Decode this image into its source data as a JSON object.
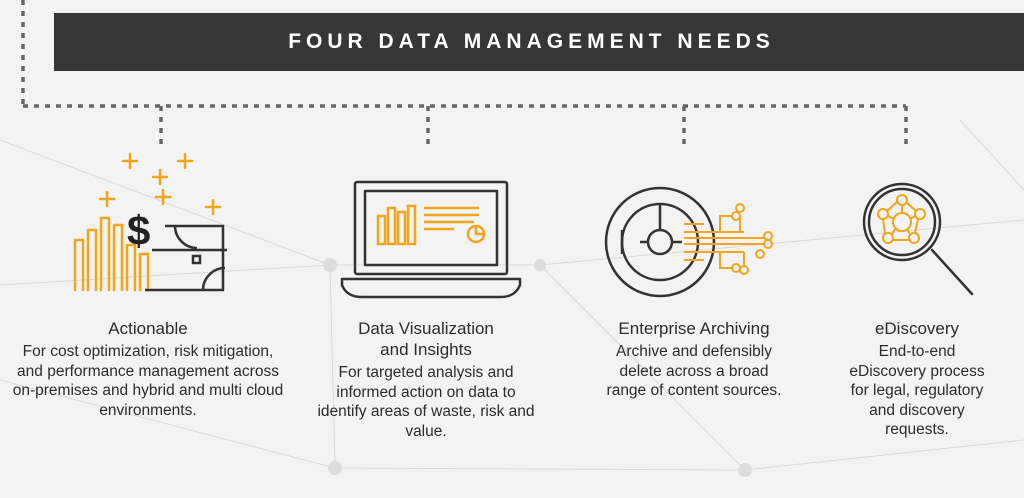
{
  "header": {
    "title": "FOUR DATA MANAGEMENT NEEDS"
  },
  "colors": {
    "banner": "#363636",
    "accent": "#f2a51a",
    "line": "#333333",
    "dots": "#666666"
  },
  "cards": [
    {
      "icon": "dollar-growth-icon",
      "title": "Actionable",
      "desc": "For cost optimization, risk mitigation, and performance management across on-premises and hybrid and multi cloud environments."
    },
    {
      "icon": "laptop-chart-icon",
      "title": "Data Visualization and Insights",
      "desc": "For targeted analysis and informed action on data to identify areas of waste, risk and value."
    },
    {
      "icon": "vault-archive-icon",
      "title": "Enterprise Archiving",
      "desc": "Archive and defensibly delete across a broad range of content sources."
    },
    {
      "icon": "magnifier-network-icon",
      "title": "eDiscovery",
      "desc": "End-to-end eDiscovery process for legal, regulatory and discovery requests."
    }
  ]
}
